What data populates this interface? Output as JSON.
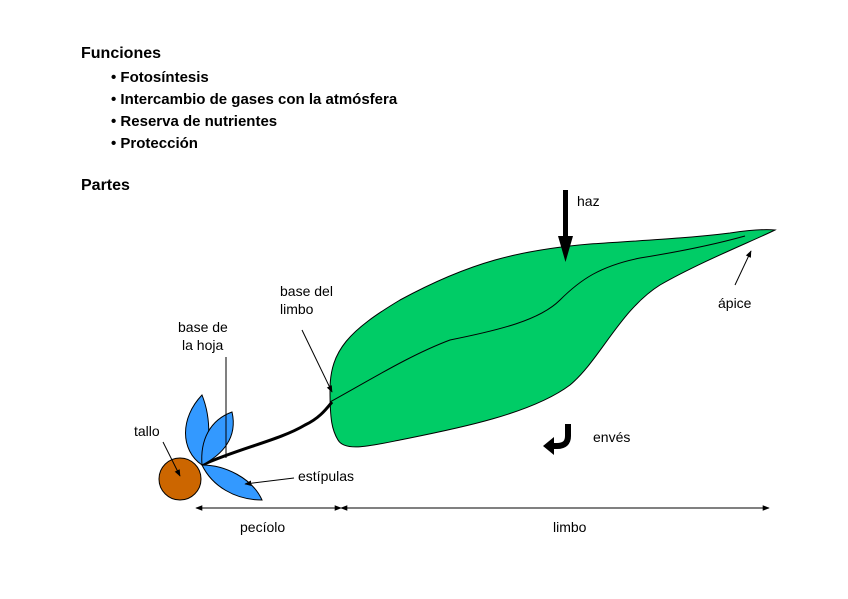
{
  "funciones": {
    "title": "Funciones",
    "items": [
      "Fotosíntesis",
      "Intercambio de gases con la atmósfera",
      "Reserva de nutrientes",
      "Protección"
    ]
  },
  "partes": {
    "title": "Partes",
    "labels": {
      "haz": "haz",
      "apice": "ápice",
      "base_limbo_1": "base del",
      "base_limbo_2": "limbo",
      "base_hoja_1": "base de",
      "base_hoja_2": "la hoja",
      "tallo": "tallo",
      "estipulas": "estípulas",
      "enves": "envés",
      "peciolo": "pecíolo",
      "limbo": "limbo"
    }
  },
  "colors": {
    "leaf_fill": "#00cc66",
    "stipule_fill": "#3399ff",
    "stem_fill": "#cc6600"
  },
  "icons": [
    "down-arrow-icon",
    "curved-arrow-icon"
  ]
}
